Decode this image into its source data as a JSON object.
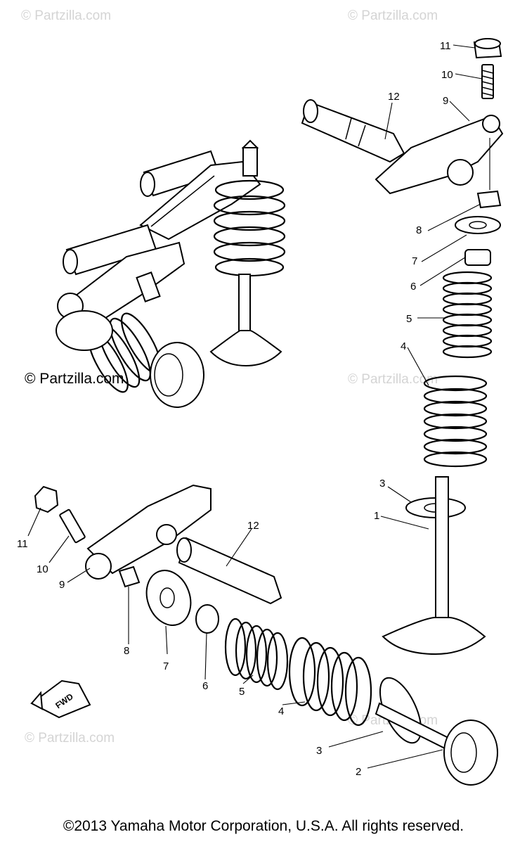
{
  "watermarks": {
    "top_left": "© Partzilla.com",
    "top_right": "© Partzilla.com",
    "mid_left": "© Partzilla.com",
    "mid_right": "© Partzilla.com",
    "bottom_left": "© Partzilla.com",
    "bottom_right": "© Partzilla.com"
  },
  "callouts": {
    "upper_assembly": {
      "p11": "11",
      "p10": "10",
      "p9": "9",
      "p12": "12",
      "p8": "8",
      "p7": "7",
      "p6": "6",
      "p5": "5",
      "p4": "4",
      "p3": "3",
      "p1": "1"
    },
    "lower_assembly": {
      "p11": "11",
      "p10": "10",
      "p9": "9",
      "p12": "12",
      "p8": "8",
      "p7": "7",
      "p6": "6",
      "p5": "5",
      "p4": "4",
      "p3": "3",
      "p2": "2"
    }
  },
  "fwd_arrow_label": "FWD",
  "copyright": "©2013 Yamaha Motor Corporation, U.S.A. All rights reserved."
}
